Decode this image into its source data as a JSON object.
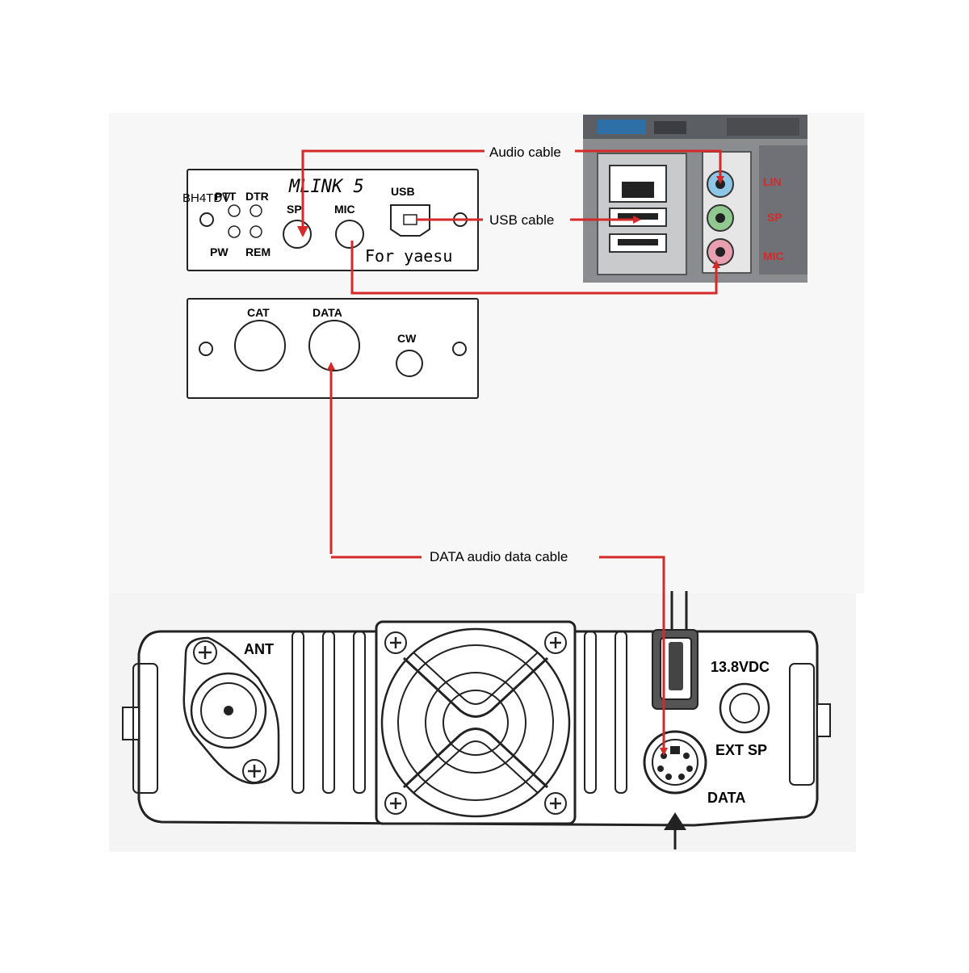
{
  "colors": {
    "cable": "#d42a2a",
    "outline": "#222222",
    "panel_fill": "#ffffff",
    "background_area": "#f7f7f7",
    "pc_board": "#8a8c90",
    "pc_pink": "#e8a0b0",
    "pc_green": "#8fc98f",
    "pc_blue": "#8ec6e6"
  },
  "top_panel": {
    "title": "MLINK 5",
    "overlay_text": "BH4TDV",
    "labels": {
      "ptt": "PTT",
      "dtr": "DTR",
      "pw": "PW",
      "rem": "REM",
      "sp": "SP",
      "mic": "MIC",
      "usb": "USB",
      "subtitle": "For yaesu"
    }
  },
  "bottom_panel": {
    "labels": {
      "cat": "CAT",
      "data": "DATA",
      "cw": "CW"
    }
  },
  "cables": {
    "audio": "Audio cable",
    "usb": "USB cable",
    "data": "DATA audio data cable"
  },
  "radio": {
    "labels": {
      "ant": "ANT",
      "power": "13.8VDC",
      "ext_sp": "EXT SP",
      "data": "DATA"
    }
  },
  "pc": {
    "jack_labels": [
      "LIN",
      "SP",
      "MIC"
    ]
  }
}
